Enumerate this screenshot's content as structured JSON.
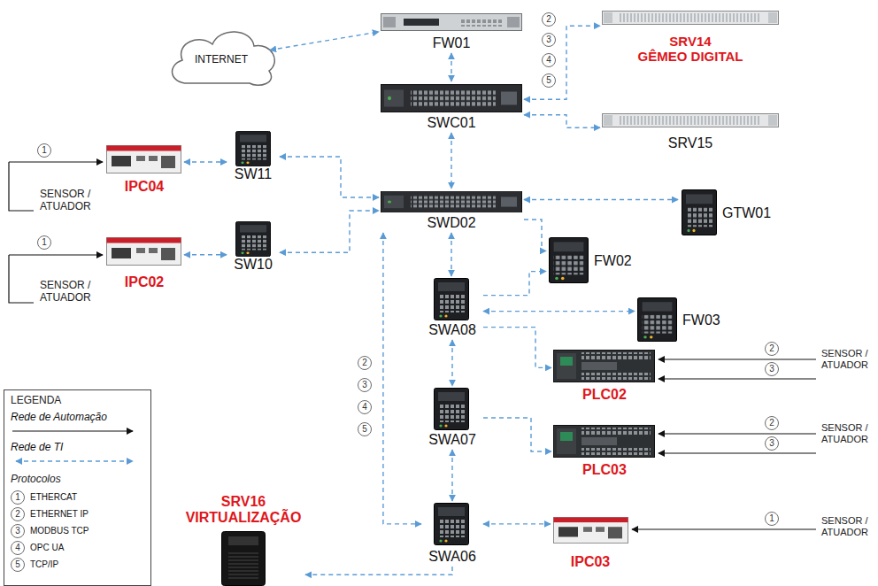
{
  "diagram": {
    "nodes": [
      {
        "text": [
          "INTERNET"
        ]
      },
      {
        "text": [
          "FW01"
        ]
      },
      {
        "text": [
          "SWC01"
        ]
      },
      {
        "text": [
          "SRV14",
          "GÊMEO DIGITAL"
        ]
      },
      {
        "text": [
          "SRV15"
        ]
      },
      {
        "text": [
          "IPC04"
        ]
      },
      {
        "text": [
          "SW11"
        ]
      },
      {
        "text": [
          "IPC02"
        ]
      },
      {
        "text": [
          "SW10"
        ]
      },
      {
        "text": [
          "SWD02"
        ]
      },
      {
        "text": [
          "GTW01"
        ]
      },
      {
        "text": [
          "FW02"
        ]
      },
      {
        "text": [
          "SWA08"
        ]
      },
      {
        "text": [
          "FW03"
        ]
      },
      {
        "text": [
          "PLC02"
        ]
      },
      {
        "text": [
          "SWA07"
        ]
      },
      {
        "text": [
          "PLC03"
        ]
      },
      {
        "text": [
          "SRV16",
          "VIRTUALIZAÇÃO"
        ]
      },
      {
        "text": [
          "SWA06"
        ]
      },
      {
        "text": [
          "IPC03"
        ]
      }
    ],
    "edges": [
      {
        "from": 0,
        "to": 1,
        "arrow": "both"
      },
      {
        "from": 1,
        "to": 2,
        "arrow": "both"
      },
      {
        "from": 2,
        "to": 3,
        "arrow": "both"
      },
      {
        "from": 2,
        "to": 4,
        "arrow": "both"
      },
      {
        "from": 2,
        "to": 9,
        "arrow": "both"
      },
      {
        "from": 5,
        "to": 6,
        "arrow": "both"
      },
      {
        "from": 6,
        "to": 9,
        "arrow": "both"
      },
      {
        "from": 7,
        "to": 8,
        "arrow": "both"
      },
      {
        "from": 8,
        "to": 9,
        "arrow": "both"
      },
      {
        "from": 9,
        "to": 10,
        "arrow": "both"
      },
      {
        "from": 9,
        "to": 11,
        "arrow": "to"
      },
      {
        "from": 9,
        "to": 12,
        "arrow": "both"
      },
      {
        "from": 12,
        "to": 11,
        "arrow": "to"
      },
      {
        "from": 12,
        "to": 13,
        "arrow": "both"
      },
      {
        "from": 12,
        "to": 14,
        "arrow": "to"
      },
      {
        "from": 12,
        "to": 15,
        "arrow": "both"
      },
      {
        "from": 15,
        "to": 16,
        "arrow": "to"
      },
      {
        "from": 15,
        "to": 18,
        "arrow": "both"
      },
      {
        "from": 9,
        "to": 18,
        "arrow": "both"
      },
      {
        "from": 18,
        "to": 19,
        "arrow": "both"
      },
      {
        "from": 18,
        "to": 17,
        "arrow": "to"
      }
    ],
    "labels": [
      "1",
      "SENSOR / ATUADOR",
      "1",
      "SENSOR / ATUADOR",
      "2",
      "3",
      "4",
      "5",
      "SENSOR / ATUADOR",
      "2",
      "3",
      "SENSOR / ATUADOR",
      "2",
      "3",
      "SENSOR / ATUADOR",
      "1",
      "2",
      "3",
      "4",
      "5",
      "LEGENDA",
      "Protocolos",
      "1",
      "2",
      "3",
      "4",
      "5"
    ],
    "legend": [
      {
        "text": "Rede de Automação"
      },
      {
        "text": "Rede de TI"
      },
      {
        "text": "ETHERCAT"
      },
      {
        "text": "ETHERNET IP"
      },
      {
        "text": "MODBUS TCP"
      },
      {
        "text": "OPC UA"
      },
      {
        "text": "TCP/IP"
      }
    ]
  }
}
